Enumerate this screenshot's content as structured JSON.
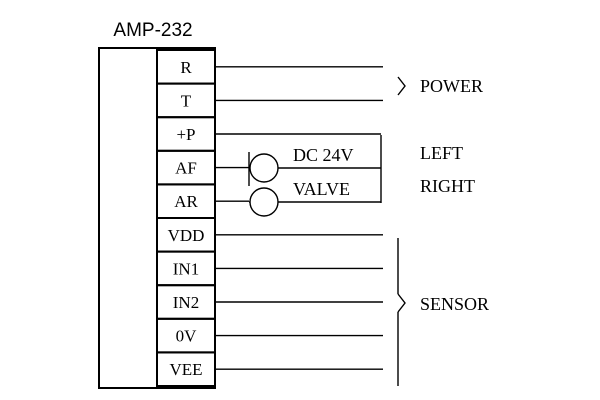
{
  "module": {
    "title": "AMP-232"
  },
  "pins": [
    {
      "label": "R"
    },
    {
      "label": "T"
    },
    {
      "label": "+P"
    },
    {
      "label": "AF"
    },
    {
      "label": "AR"
    },
    {
      "label": "VDD"
    },
    {
      "label": "IN1"
    },
    {
      "label": "IN2"
    },
    {
      "label": "0V"
    },
    {
      "label": "VEE"
    }
  ],
  "groups": {
    "power": "POWER",
    "sensor": "SENSOR"
  },
  "valve": {
    "supply": "DC 24V",
    "label": "VALVE",
    "left": "LEFT",
    "right": "RIGHT"
  }
}
